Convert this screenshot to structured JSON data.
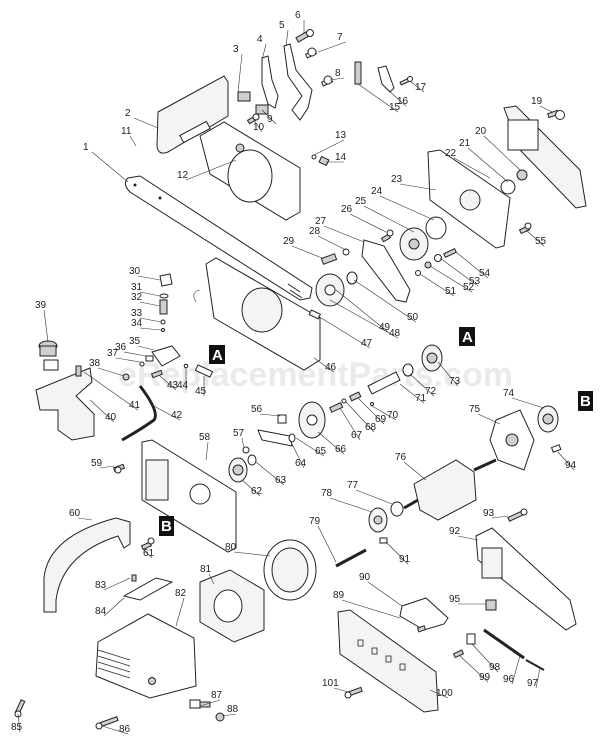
{
  "diagram": {
    "type": "exploded-parts-diagram",
    "subject": "electric chain saw",
    "watermark": "eReplacementParts.com",
    "reference_markers": [
      "A",
      "A",
      "B",
      "B"
    ],
    "callouts": [
      {
        "n": "1"
      },
      {
        "n": "2"
      },
      {
        "n": "3"
      },
      {
        "n": "4"
      },
      {
        "n": "5"
      },
      {
        "n": "6"
      },
      {
        "n": "7"
      },
      {
        "n": "8"
      },
      {
        "n": "9"
      },
      {
        "n": "10"
      },
      {
        "n": "11"
      },
      {
        "n": "12"
      },
      {
        "n": "13"
      },
      {
        "n": "14"
      },
      {
        "n": "15"
      },
      {
        "n": "16"
      },
      {
        "n": "17"
      },
      {
        "n": "19"
      },
      {
        "n": "20"
      },
      {
        "n": "21"
      },
      {
        "n": "22"
      },
      {
        "n": "23"
      },
      {
        "n": "24"
      },
      {
        "n": "25"
      },
      {
        "n": "26"
      },
      {
        "n": "27"
      },
      {
        "n": "28"
      },
      {
        "n": "29"
      },
      {
        "n": "30"
      },
      {
        "n": "31"
      },
      {
        "n": "32"
      },
      {
        "n": "33"
      },
      {
        "n": "34"
      },
      {
        "n": "35"
      },
      {
        "n": "36"
      },
      {
        "n": "37"
      },
      {
        "n": "38"
      },
      {
        "n": "39"
      },
      {
        "n": "40"
      },
      {
        "n": "41"
      },
      {
        "n": "42"
      },
      {
        "n": "43"
      },
      {
        "n": "44"
      },
      {
        "n": "45"
      },
      {
        "n": "46"
      },
      {
        "n": "47"
      },
      {
        "n": "48"
      },
      {
        "n": "49"
      },
      {
        "n": "50"
      },
      {
        "n": "51"
      },
      {
        "n": "52"
      },
      {
        "n": "53"
      },
      {
        "n": "54"
      },
      {
        "n": "55"
      },
      {
        "n": "56"
      },
      {
        "n": "57"
      },
      {
        "n": "58"
      },
      {
        "n": "59"
      },
      {
        "n": "60"
      },
      {
        "n": "61"
      },
      {
        "n": "62"
      },
      {
        "n": "63"
      },
      {
        "n": "64"
      },
      {
        "n": "65"
      },
      {
        "n": "66"
      },
      {
        "n": "67"
      },
      {
        "n": "68"
      },
      {
        "n": "69"
      },
      {
        "n": "70"
      },
      {
        "n": "71"
      },
      {
        "n": "72"
      },
      {
        "n": "73"
      },
      {
        "n": "74"
      },
      {
        "n": "75"
      },
      {
        "n": "76"
      },
      {
        "n": "77"
      },
      {
        "n": "78"
      },
      {
        "n": "79"
      },
      {
        "n": "80"
      },
      {
        "n": "81"
      },
      {
        "n": "82"
      },
      {
        "n": "83"
      },
      {
        "n": "84"
      },
      {
        "n": "85"
      },
      {
        "n": "86"
      },
      {
        "n": "87"
      },
      {
        "n": "88"
      },
      {
        "n": "89"
      },
      {
        "n": "90"
      },
      {
        "n": "91"
      },
      {
        "n": "92"
      },
      {
        "n": "93"
      },
      {
        "n": "94"
      },
      {
        "n": "95"
      },
      {
        "n": "96"
      },
      {
        "n": "97"
      },
      {
        "n": "98"
      },
      {
        "n": "99"
      },
      {
        "n": "100"
      },
      {
        "n": "101"
      }
    ]
  }
}
